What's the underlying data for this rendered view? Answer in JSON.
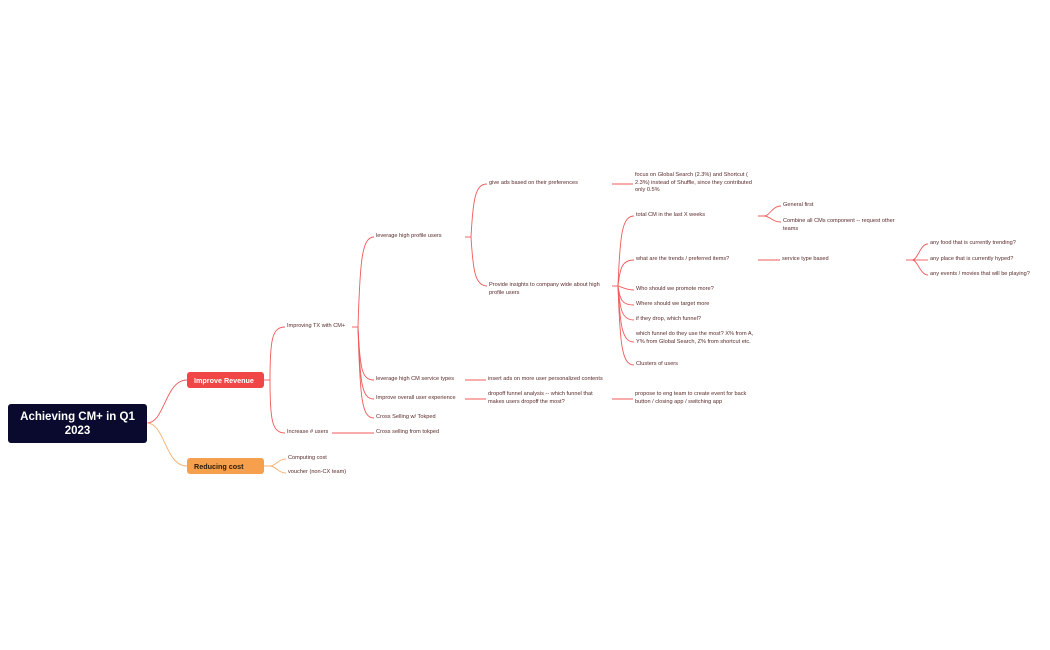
{
  "root": {
    "label": "Achieving CM+ in Q1 2023",
    "color": "#0a0a2e"
  },
  "branches": {
    "improve_revenue": {
      "label": "Improve Revenue",
      "color": "#f04646",
      "children": {
        "improving_tx": "Improving TX with CM+",
        "increase_users": "Increase # users",
        "cross_selling_from_tokped": "Cross selling from tokped"
      }
    },
    "reducing_cost": {
      "label": "Reducing cost",
      "color": "#f6a04d",
      "children": [
        "Computing cost",
        "voucher (non-CX team)"
      ]
    }
  },
  "improving_tx": {
    "leverage_high_profile": "leverage high profile users",
    "leverage_cm_service": "leverage high CM service types",
    "insert_ads": "insert ads on more user personalized contents",
    "improve_ux": "Improve overall user experience",
    "dropoff": "dropoff funnel analysis -- which funnel that makes users dropoff the most?",
    "propose": "propose to eng team to create event for back button / closing app / switching app",
    "cross_selling_tokped": "Cross Selling w/ Tokped"
  },
  "high_profile": {
    "give_ads": "give ads based on their preferences",
    "focus": "focus on Global Search (2.3%) and Shortcut ( 2.3%) instead of Shuffle, since they contributed only 0.5%",
    "provide_insights": "Provide insights to company wide about high profile users"
  },
  "insights": {
    "total_cm": "total CM in the last X weeks",
    "general_first": "General first",
    "combine": "Combine all CMs component -- request other teams",
    "trends": "what are the trends / preferred items?",
    "service_type": "service type based",
    "food": "any food that is currently trending?",
    "place": "any place that is currently hyped?",
    "events": "any events / movies that will be playing?",
    "promote": "Who should we promote more?",
    "target": "Where should we target more",
    "drop": "if they drop, which funnel?",
    "which_funnel": "which funnel do they use the most? X% from A, Y% from Global Search, Z% from shortcut etc.",
    "clusters": "Clusters of users"
  },
  "colors": {
    "line_red": "#f05a5a",
    "line_orange": "#f6b070",
    "text": "#5a2a2a"
  }
}
